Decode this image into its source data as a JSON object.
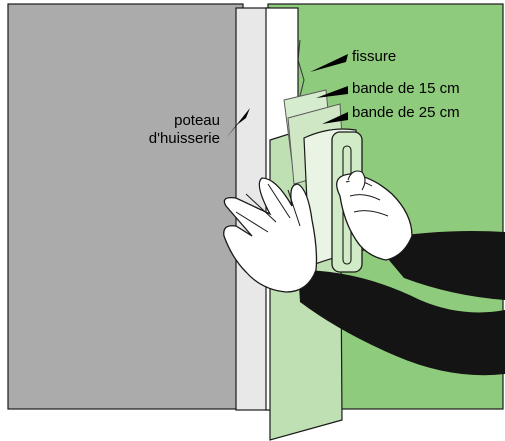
{
  "labels": {
    "fissure": "fissure",
    "bande_15": "bande de 15 cm",
    "bande_25": "bande de 25 cm",
    "poteau_line1": "poteau",
    "poteau_line2": "d'huisserie"
  },
  "colors": {
    "wall_gray": "#ababab",
    "wall_green": "#8fcb7c",
    "tape_light": "#cfe7c5",
    "tape_mid": "#bfe0b2",
    "door_frame": "#e8e8e8",
    "sleeve": "#141414",
    "glove": "#ffffff",
    "outline": "#1a1a1a"
  }
}
